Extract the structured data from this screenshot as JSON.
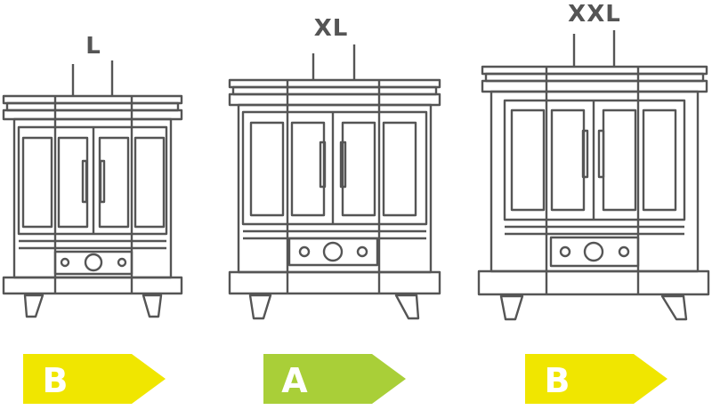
{
  "stoves": [
    {
      "size_label": "L",
      "rating": {
        "letter": "B",
        "color": "#f0e600"
      }
    },
    {
      "size_label": "XL",
      "rating": {
        "letter": "A",
        "color": "#a9cf38"
      }
    },
    {
      "size_label": "XXL",
      "rating": {
        "letter": "B",
        "color": "#f0e600"
      }
    }
  ],
  "colors": {
    "line": "#555555",
    "background": "#ffffff",
    "rating_text": "#ffffff"
  },
  "icons": [
    "stove-l-icon",
    "stove-xl-icon",
    "stove-xxl-icon"
  ]
}
